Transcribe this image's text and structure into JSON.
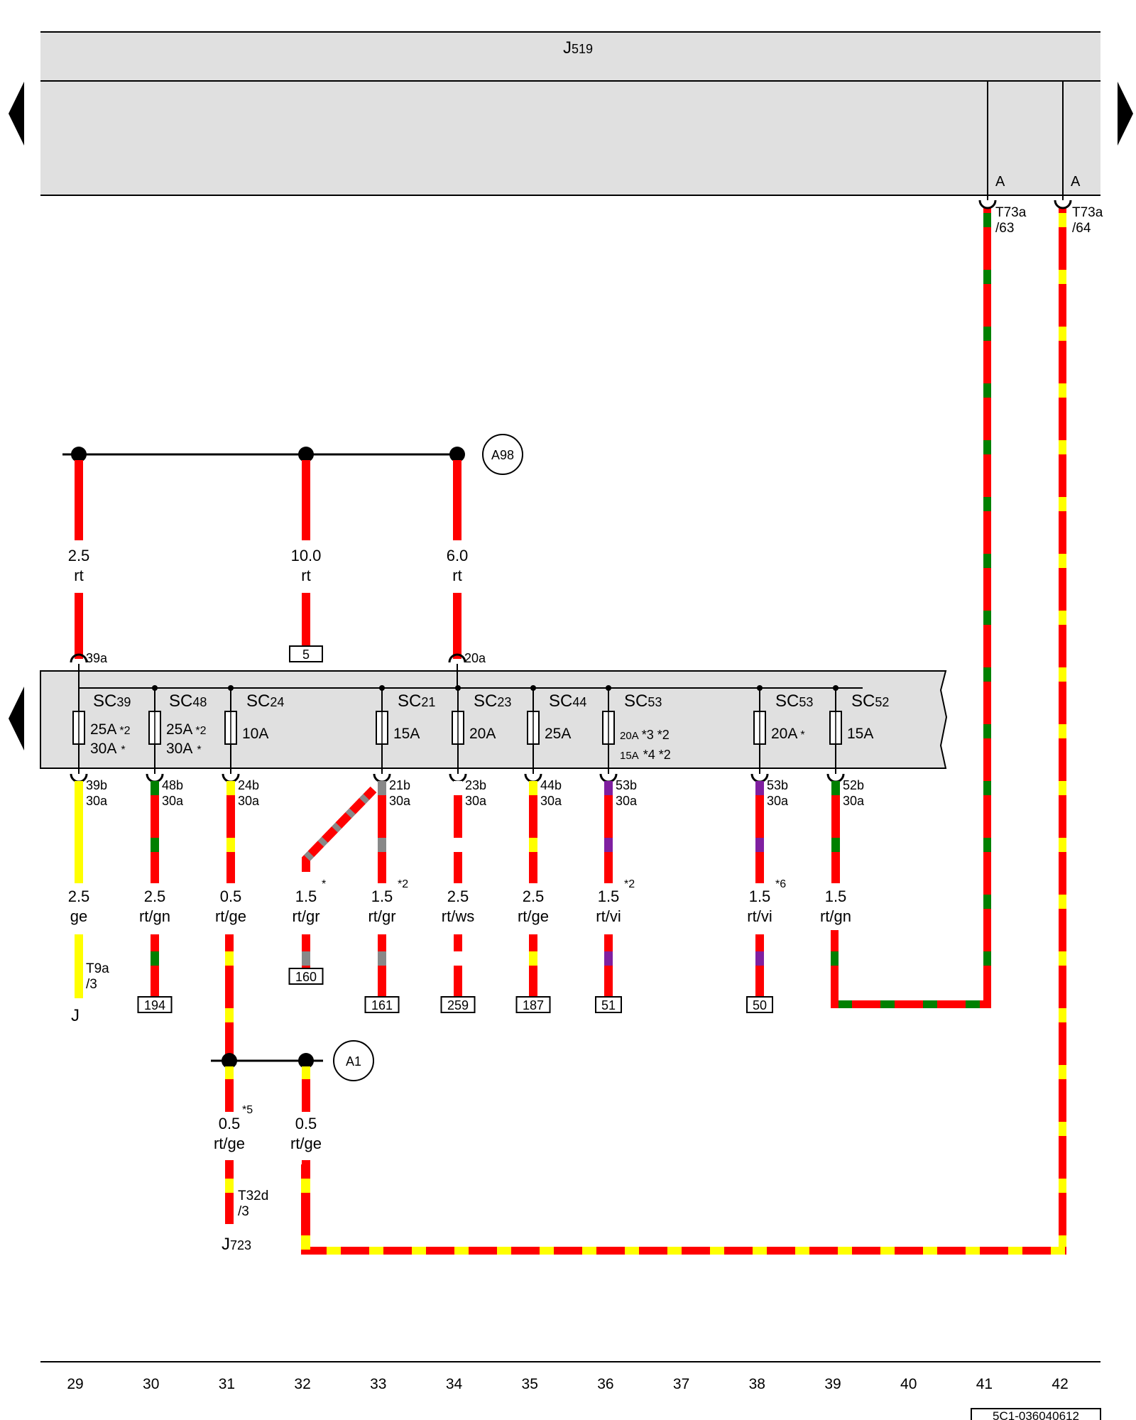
{
  "component": {
    "code": "J",
    "sub": "519",
    "connector_A_left": "A",
    "connector_A_right": "A",
    "pin_left": "T73a",
    "pin_left_num": "/63",
    "pin_right": "T73a",
    "pin_right_num": "/64"
  },
  "rails": {
    "top_ref": "A98",
    "bottom_ref": "A1"
  },
  "top_wires": [
    {
      "size": "2.5",
      "color": "rt"
    },
    {
      "size": "10.0",
      "color": "rt"
    },
    {
      "size": "6.0",
      "color": "rt"
    }
  ],
  "top_box": "5",
  "fuse_inputs": [
    "39a",
    "20a"
  ],
  "fuses": [
    {
      "id": "SC39",
      "code": "SC",
      "num": "39",
      "rating_1": "25A",
      "note_1": "*2",
      "rating_2": "30A",
      "note_2": "*"
    },
    {
      "id": "SC48",
      "code": "SC",
      "num": "48",
      "rating_1": "25A",
      "note_1": "*2",
      "rating_2": "30A",
      "note_2": "*"
    },
    {
      "id": "SC24",
      "code": "SC",
      "num": "24",
      "rating_1": "10A"
    },
    {
      "id": "SC21",
      "code": "SC",
      "num": "21",
      "rating_1": "15A"
    },
    {
      "id": "SC23",
      "code": "SC",
      "num": "23",
      "rating_1": "20A"
    },
    {
      "id": "SC44",
      "code": "SC",
      "num": "44",
      "rating_1": "25A"
    },
    {
      "id": "SC53",
      "code": "SC",
      "num": "53",
      "rating_1": "20A",
      "note_1": "*3 *2",
      "rating_2": "15A",
      "note_2": "*4 *2"
    },
    {
      "id": "SC53",
      "code": "SC",
      "num": "53",
      "rating_1": "20A",
      "note_1": "*"
    },
    {
      "id": "SC52",
      "code": "SC",
      "num": "52",
      "rating_1": "15A"
    }
  ],
  "outputs": [
    {
      "pin": "39b",
      "term": "30a",
      "size": "2.5",
      "color": "ge"
    },
    {
      "pin": "48b",
      "term": "30a",
      "size": "2.5",
      "color": "rt/gn",
      "box": "194"
    },
    {
      "pin": "24b",
      "term": "30a",
      "size": "0.5",
      "color": "rt/ge"
    },
    {
      "size": "1.5",
      "color": "rt/gr",
      "note": "*",
      "box": "160"
    },
    {
      "pin": "21b",
      "term": "30a",
      "size": "1.5",
      "color": "rt/gr",
      "note": "*2",
      "box": "161"
    },
    {
      "pin": "23b",
      "term": "30a",
      "size": "2.5",
      "color": "rt/ws",
      "box": "259"
    },
    {
      "pin": "44b",
      "term": "30a",
      "size": "2.5",
      "color": "rt/ge",
      "box": "187"
    },
    {
      "pin": "53b",
      "term": "30a",
      "size": "1.5",
      "color": "rt/vi",
      "note": "*2",
      "box": "51"
    },
    {
      "pin": "53b",
      "term": "30a",
      "size": "1.5",
      "color": "rt/vi",
      "note": "*6",
      "box": "50"
    },
    {
      "pin": "52b",
      "term": "30a",
      "size": "1.5",
      "color": "rt/gn"
    }
  ],
  "terminal_t9a": {
    "label": "T9a",
    "num": "/3",
    "code": "J"
  },
  "lower_wires": [
    {
      "size": "0.5",
      "color": "rt/ge",
      "note": "*5"
    },
    {
      "size": "0.5",
      "color": "rt/ge"
    }
  ],
  "terminal_t32d": {
    "label": "T32d",
    "num": "/3",
    "code": "J",
    "sub": "723"
  },
  "grid_numbers": [
    "29",
    "30",
    "31",
    "32",
    "33",
    "34",
    "35",
    "36",
    "37",
    "38",
    "39",
    "40",
    "41",
    "42"
  ],
  "doc_id": "5C1-036040612",
  "colors": {
    "rt": "#ff0000",
    "ge": "#ffff00",
    "gn": "#008000",
    "gr": "#888888",
    "ws": "#ffffff",
    "vi": "#7f1fa0",
    "panel": "#e0e0e0"
  }
}
